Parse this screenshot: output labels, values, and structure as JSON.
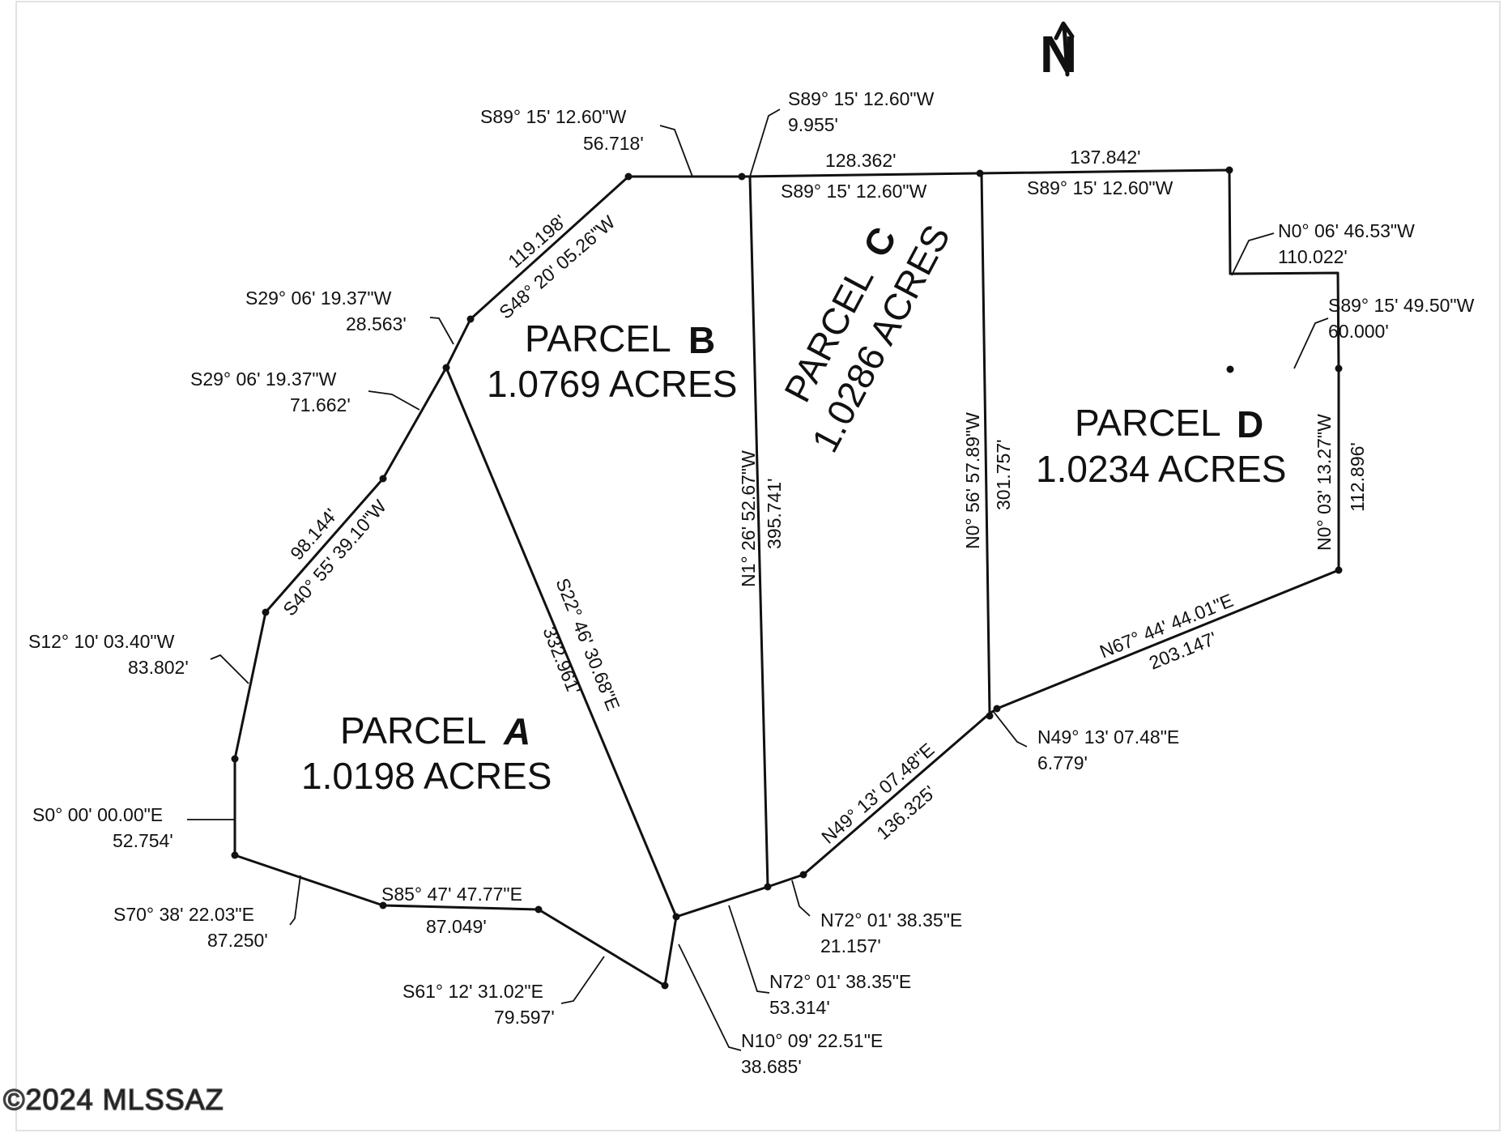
{
  "north_label": "N",
  "watermark": "©2024 MLSSAZ",
  "parcels": [
    {
      "name": "PARCEL",
      "letter": "A",
      "acres": "1.0198 ACRES"
    },
    {
      "name": "PARCEL",
      "letter": "B",
      "acres": "1.0769 ACRES"
    },
    {
      "name": "PARCEL",
      "letter": "C",
      "acres": "1.0286 ACRES"
    },
    {
      "name": "PARCEL",
      "letter": "D",
      "acres": "1.0234 ACRES"
    }
  ],
  "calls": [
    {
      "bearing": "S89° 15' 12.60\"W",
      "distance": "56.718'"
    },
    {
      "bearing": "S89° 15' 12.60\"W",
      "distance": "9.955'"
    },
    {
      "bearing": "S89° 15' 12.60\"W",
      "distance": "128.362'"
    },
    {
      "bearing": "S89° 15' 12.60\"W",
      "distance": "137.842'"
    },
    {
      "bearing": "N0° 06' 46.53\"W",
      "distance": "110.022'"
    },
    {
      "bearing": "S89° 15' 49.50\"W",
      "distance": "60.000'"
    },
    {
      "bearing": "N0° 03' 13.27\"W",
      "distance": "112.896'"
    },
    {
      "bearing": "N67° 44' 44.01\"E",
      "distance": "203.147'"
    },
    {
      "bearing": "N49° 13' 07.48\"E",
      "distance": "6.779'"
    },
    {
      "bearing": "N49° 13' 07.48\"E",
      "distance": "136.325'"
    },
    {
      "bearing": "N72° 01' 38.35\"E",
      "distance": "21.157'"
    },
    {
      "bearing": "N72° 01' 38.35\"E",
      "distance": "53.314'"
    },
    {
      "bearing": "N10° 09' 22.51\"E",
      "distance": "38.685'"
    },
    {
      "bearing": "S61° 12' 31.02\"E",
      "distance": "79.597'"
    },
    {
      "bearing": "S85° 47' 47.77\"E",
      "distance": "87.049'"
    },
    {
      "bearing": "S70° 38' 22.03\"E",
      "distance": "87.250'"
    },
    {
      "bearing": "S0° 00' 00.00\"E",
      "distance": "52.754'"
    },
    {
      "bearing": "S12° 10' 03.40\"W",
      "distance": "83.802'"
    },
    {
      "bearing": "S40° 55' 39.10\"W",
      "distance": "98.144'"
    },
    {
      "bearing": "S29° 06' 19.37\"W",
      "distance": "71.662'"
    },
    {
      "bearing": "S29° 06' 19.37\"W",
      "distance": "28.563'"
    },
    {
      "bearing": "S48° 20' 05.26\"W",
      "distance": "119.198'"
    },
    {
      "bearing": "S22° 46' 30.68\"E",
      "distance": "332.961'"
    },
    {
      "bearing": "N1° 26' 52.67\"W",
      "distance": "395.741'"
    },
    {
      "bearing": "N0° 56' 57.89\"W",
      "distance": "301.757'"
    }
  ]
}
